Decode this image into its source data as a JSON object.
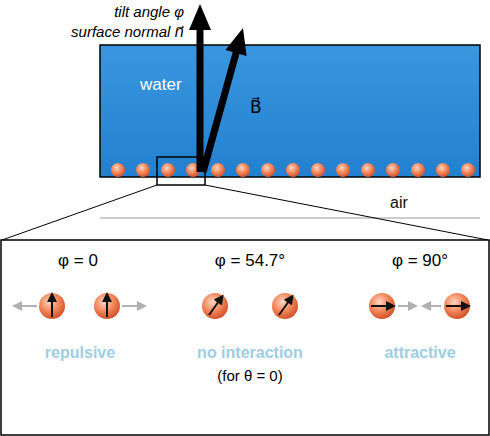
{
  "diagram": {
    "nodes": [
      {
        "text": [
          "water"
        ]
      },
      {
        "text": [
          "air"
        ]
      }
    ],
    "labels": [
      "tilt angle φ",
      "surface normal n⃗",
      "B⃗",
      "φ = 0",
      "φ = 54.7°",
      "φ = 90°",
      "repulsive",
      "no interaction",
      "(for θ = 0)",
      "attractive"
    ]
  }
}
